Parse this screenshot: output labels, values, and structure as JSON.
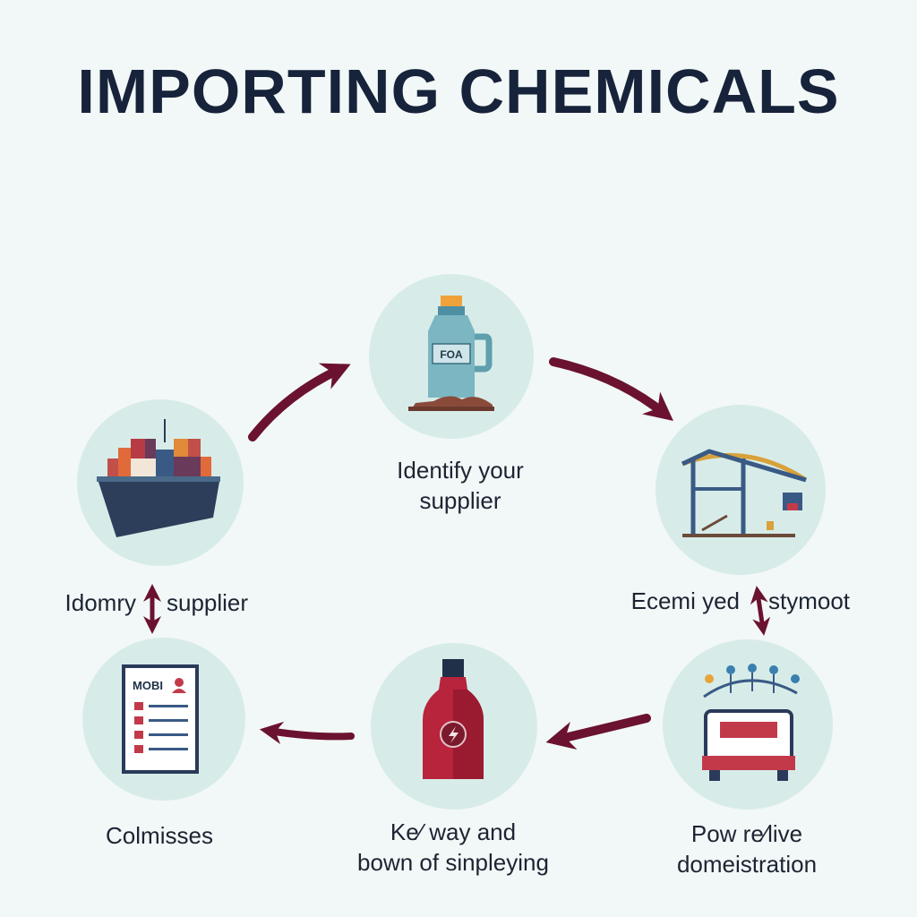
{
  "title": "IMPORTING CHEMICALS",
  "colors": {
    "background": "#f2f8f7",
    "circle": "#d7ece8",
    "arrow": "#6b1230",
    "title": "#17233a",
    "text": "#1c2433"
  },
  "nodes": [
    {
      "id": "supplier",
      "icon": "chemical-bottle-icon",
      "icon_text": "FOA",
      "label_lines": [
        "Identify your",
        "supplier"
      ]
    },
    {
      "id": "port",
      "icon": "port-crane-icon",
      "label_lines": [
        "Ecemi yed",
        "stymoot"
      ]
    },
    {
      "id": "truck",
      "icon": "truck-icon",
      "label_lines": [
        "Pow re⁄live",
        "domeistration"
      ]
    },
    {
      "id": "labeling",
      "icon": "red-bottle-icon",
      "label_lines": [
        "Ke⁄ way and",
        "bown of sinpleying"
      ]
    },
    {
      "id": "documents",
      "icon": "document-checklist-icon",
      "icon_text": "MOBI",
      "label_lines": [
        "Colmisses"
      ]
    },
    {
      "id": "ship",
      "icon": "cargo-ship-icon",
      "label_lines": [
        "Idomry",
        "supplier"
      ]
    }
  ],
  "arrows": [
    {
      "id": "ship-to-supplier",
      "direction": "up-right"
    },
    {
      "id": "supplier-to-port",
      "direction": "down-right"
    },
    {
      "id": "port-truck",
      "direction": "two-way-vertical"
    },
    {
      "id": "truck-to-labeling",
      "direction": "left"
    },
    {
      "id": "labeling-to-documents",
      "direction": "left"
    },
    {
      "id": "documents-ship",
      "direction": "two-way-vertical"
    }
  ]
}
